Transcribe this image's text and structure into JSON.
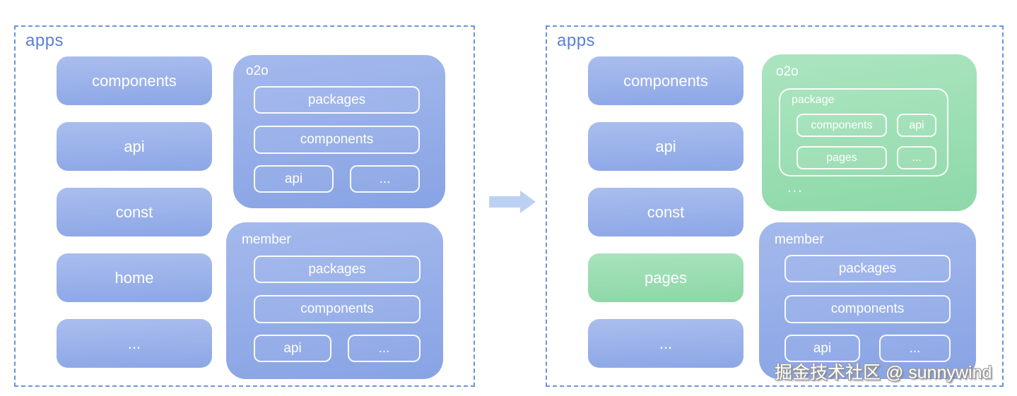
{
  "left_panel": {
    "title": "apps",
    "column": [
      "components",
      "api",
      "const",
      "home",
      "..."
    ],
    "groups": {
      "o2o": {
        "title": "o2o",
        "full_boxes": [
          "packages",
          "components"
        ],
        "split_boxes": [
          "api",
          "..."
        ]
      },
      "member": {
        "title": "member",
        "full_boxes": [
          "packages",
          "components"
        ],
        "split_boxes": [
          "api",
          "..."
        ]
      }
    }
  },
  "right_panel": {
    "title": "apps",
    "column": [
      "components",
      "api",
      "const",
      "pages",
      "..."
    ],
    "highlighted_item": "pages",
    "groups": {
      "o2o": {
        "title": "o2o",
        "package": {
          "title": "package",
          "row1": [
            "components",
            "api"
          ],
          "row2": [
            "pages",
            "..."
          ]
        },
        "ellipsis": "..."
      },
      "member": {
        "title": "member",
        "full_boxes": [
          "packages",
          "components"
        ],
        "split_boxes": [
          "api",
          "..."
        ]
      }
    }
  },
  "watermark": "掘金技术社区 @ sunnywind",
  "colors": {
    "blue_box": "#8ca7e6",
    "green_box": "#8cd7a6",
    "panel_border": "#6b93dc",
    "panel_title": "#5b7fd6",
    "arrow": "#bcd1f2"
  }
}
